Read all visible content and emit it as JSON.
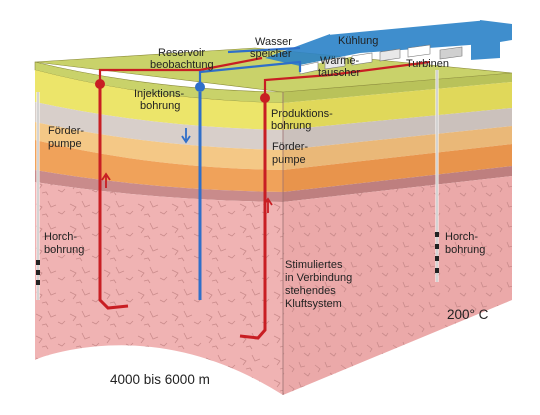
{
  "labels": {
    "kuehlung": "Kühlung",
    "wasserspeicher": [
      "Wasser",
      "speicher"
    ],
    "waermetauscher": [
      "Wärme-",
      "tauscher"
    ],
    "turbinen": "Turbinen",
    "reservoir": [
      "Reservoir",
      "beobachtung"
    ],
    "injektion": [
      "Injektions-",
      "bohrung"
    ],
    "produktion": [
      "Produktions-",
      "bohrung"
    ],
    "foerderpumpe_left": [
      "Förder-",
      "pumpe"
    ],
    "foerderpumpe_right": [
      "Förder-",
      "pumpe"
    ],
    "horch_left": [
      "Horch-",
      "bohrung"
    ],
    "horch_right": [
      "Horch-",
      "bohrung"
    ],
    "kluftsystem": [
      "Stimuliertes",
      "in Verbindung",
      "stehendes",
      "Kluftsystem"
    ],
    "temperature": "200° C",
    "depth": "4000 bis 6000 m"
  },
  "colors": {
    "surface": "#c9d26a",
    "yellow": "#ece56a",
    "grey": "#d8cfca",
    "peach": "#f4c886",
    "orange": "#f0a25a",
    "mauve": "#c98b8b",
    "pink": "#f0b3b3",
    "pipe_red": "#c81e23",
    "pipe_blue": "#2f6fc9",
    "water": "#2a82c8"
  }
}
